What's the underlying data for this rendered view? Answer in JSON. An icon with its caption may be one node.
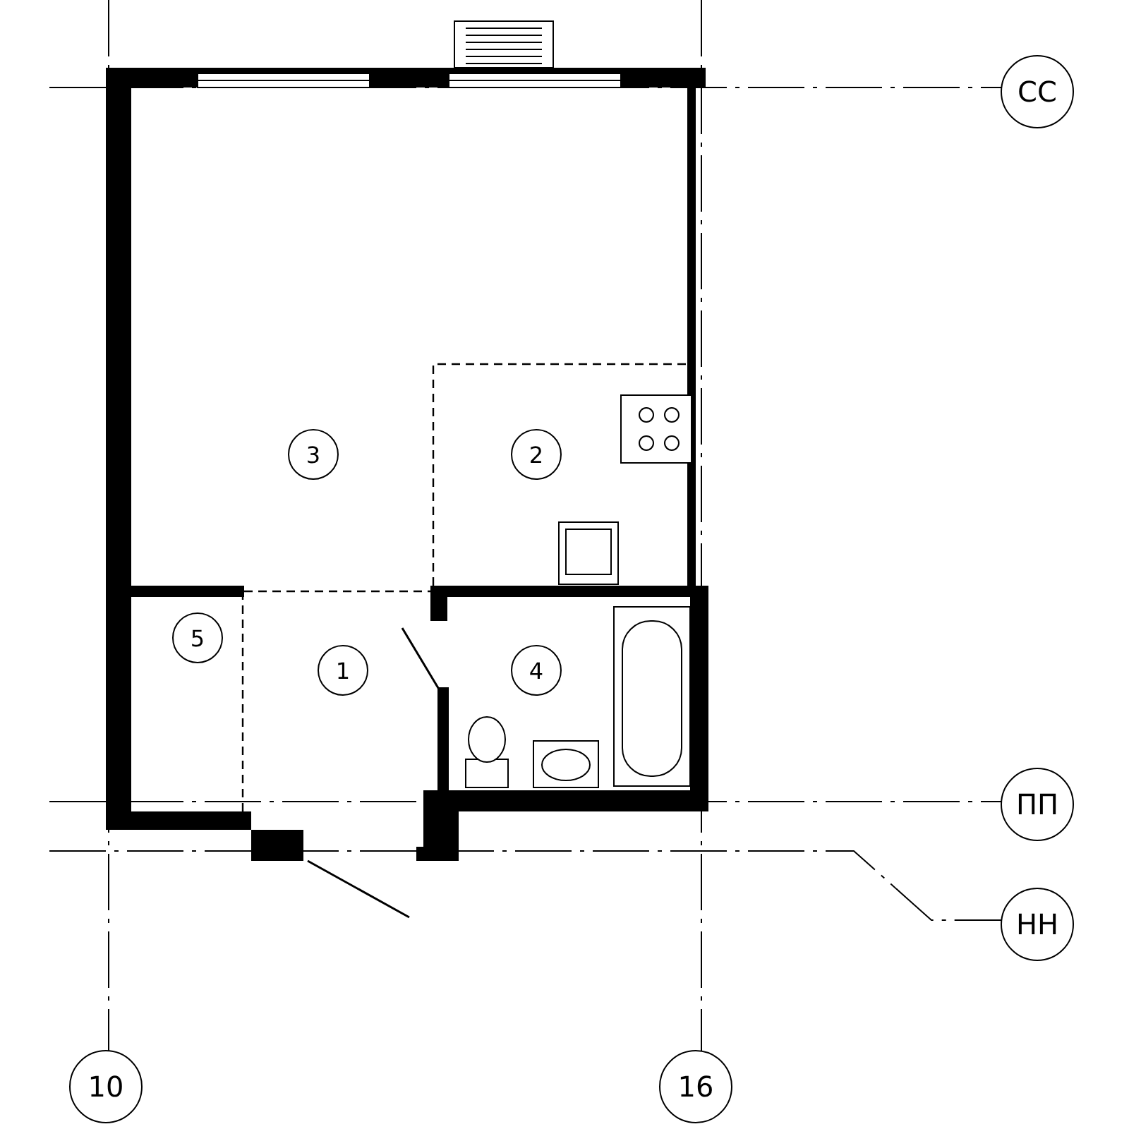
{
  "diagram": {
    "nodes": [
      {
        "text": [
          "СС"
        ]
      },
      {
        "text": [
          "3"
        ]
      },
      {
        "text": [
          "2"
        ]
      },
      {
        "text": [
          "5"
        ]
      },
      {
        "text": [
          "1"
        ]
      },
      {
        "text": [
          "4"
        ]
      },
      {
        "text": [
          "ПП"
        ]
      },
      {
        "text": [
          "НН"
        ]
      },
      {
        "text": [
          "10"
        ]
      },
      {
        "text": [
          "16"
        ]
      }
    ]
  }
}
